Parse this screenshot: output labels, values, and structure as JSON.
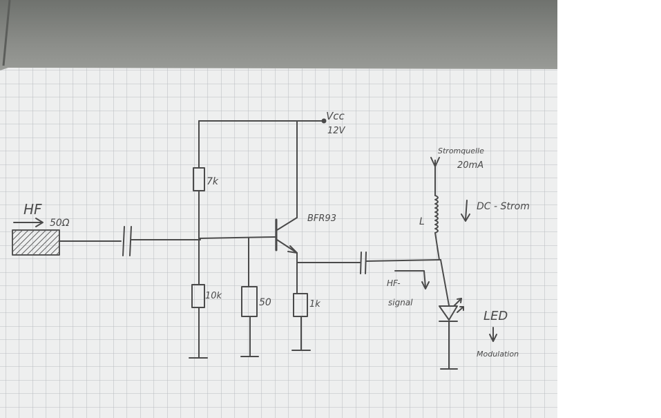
{
  "diagram": {
    "colors": {
      "pencil": "#4a4a4a",
      "grid": "#b9bcc2",
      "paper": "#eeefef",
      "background": "#ffffff"
    },
    "labels": {
      "supply_v": "Vcc",
      "supply_value": "12V",
      "transistor": "BFR93",
      "hf_input": "HF",
      "impedance": "50Ω",
      "r_top": "7k",
      "r_bottom": "10k",
      "r_load": "50",
      "r_emitter": "1k",
      "current_source": "Stromquelle",
      "current_value": "20mA",
      "inductor": "L",
      "dc_current": "DC - Strom",
      "hf_signal_1": "HF-",
      "hf_signal_2": "signal",
      "led": "LED",
      "modulation": "Modulation"
    }
  }
}
